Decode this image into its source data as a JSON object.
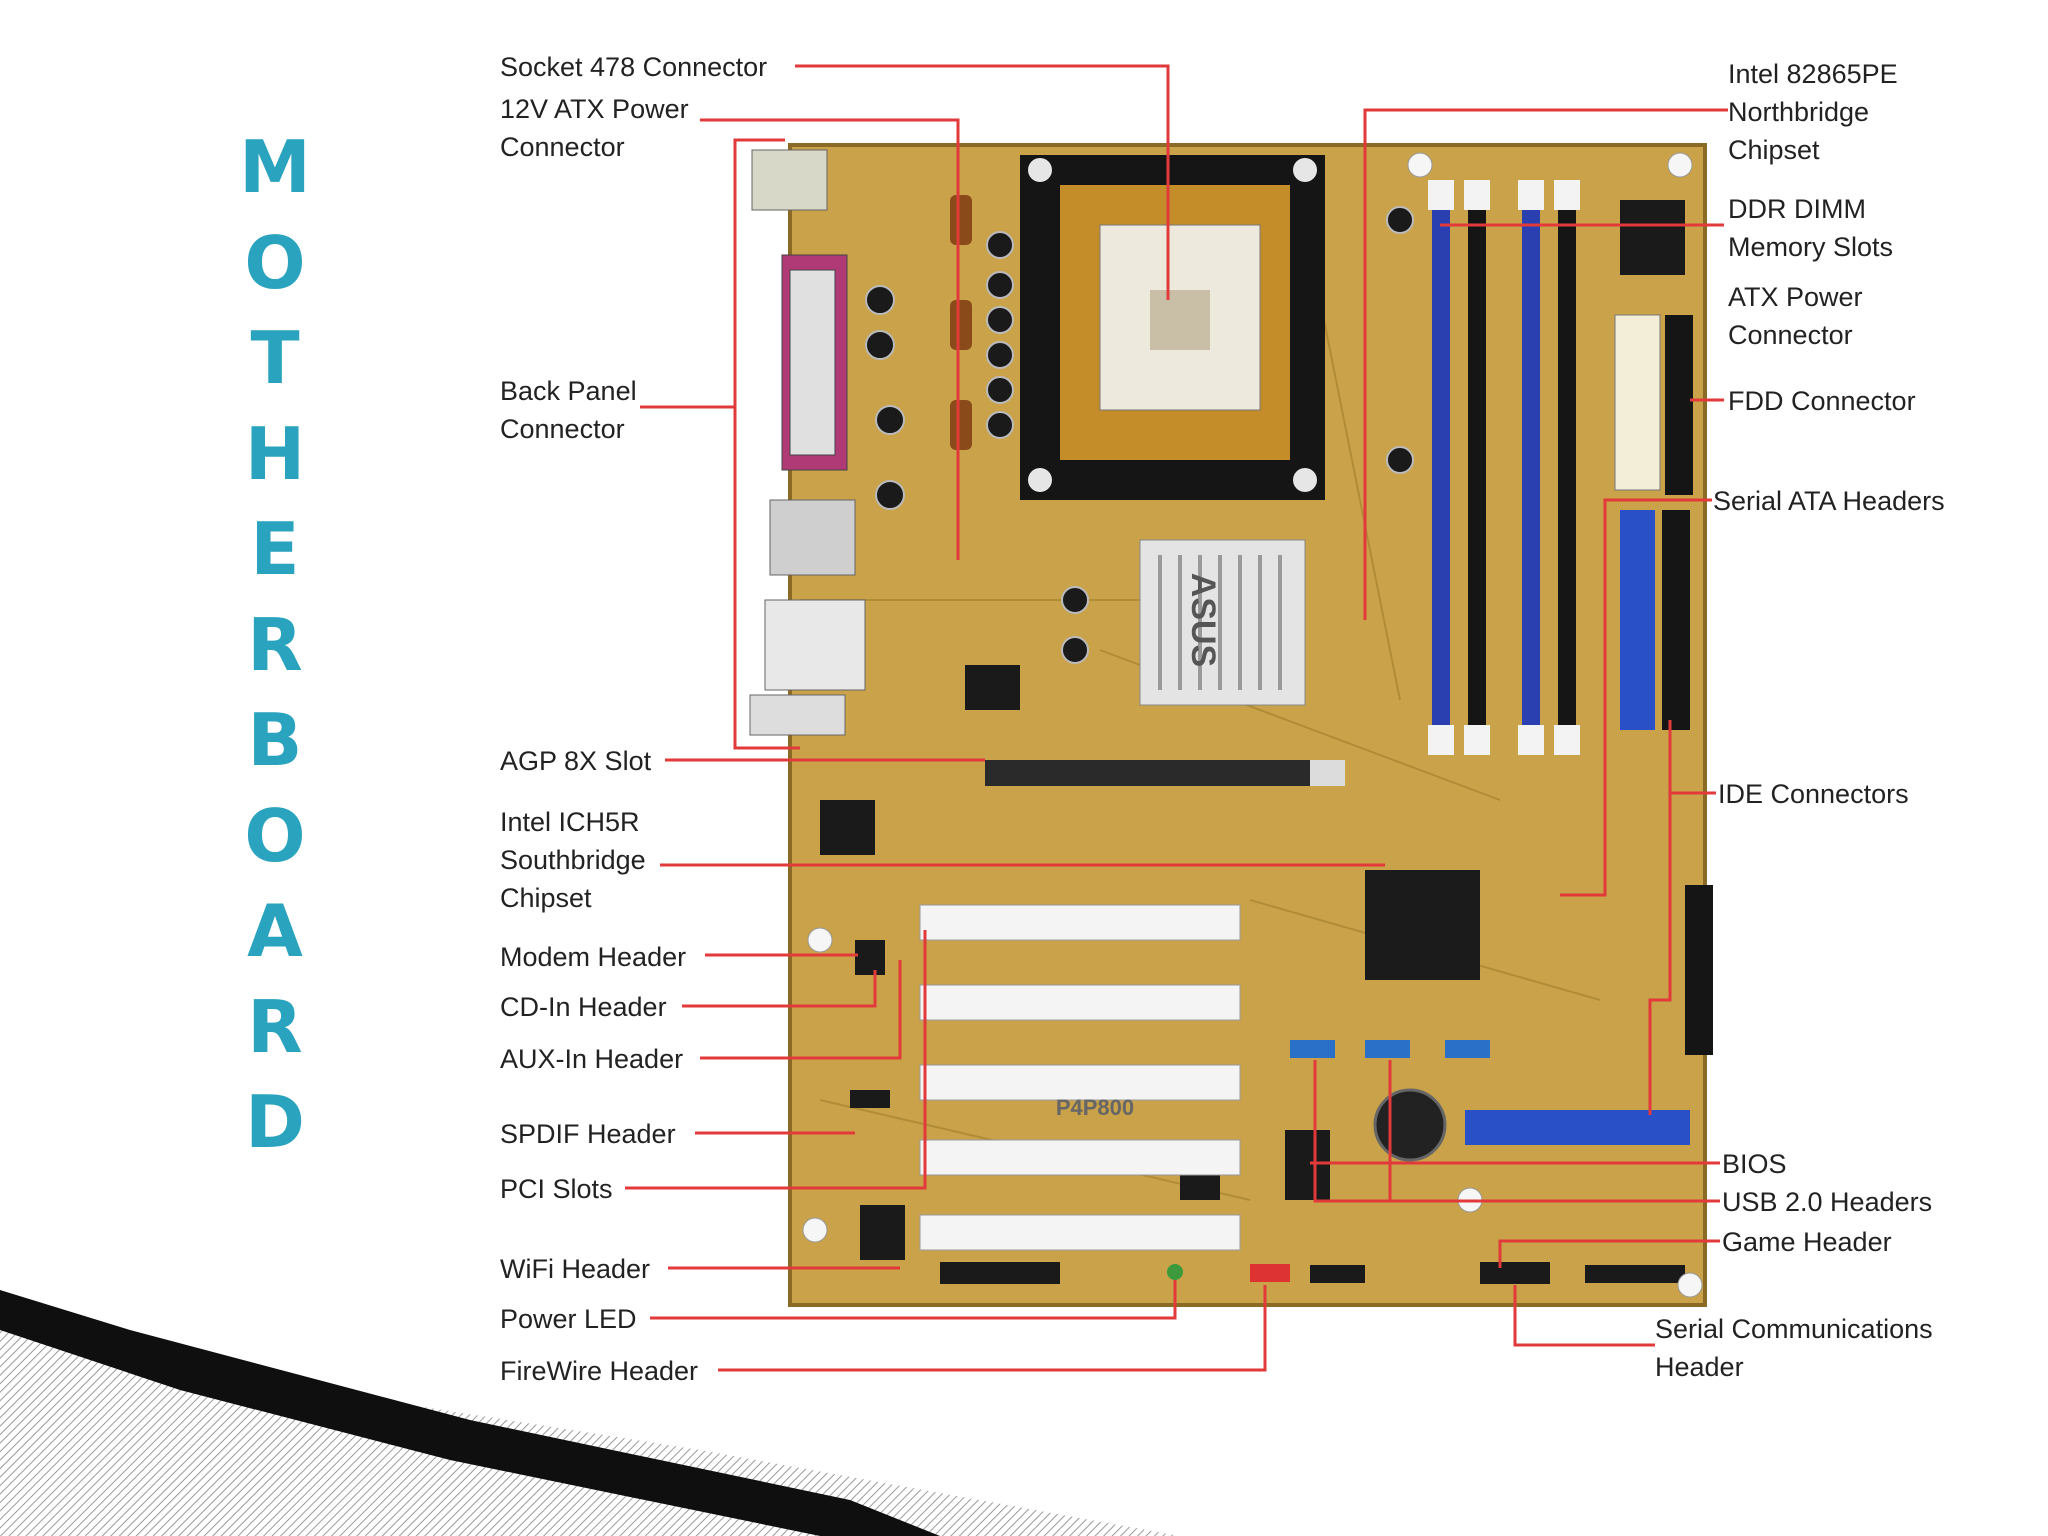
{
  "slide": {
    "title_letters": [
      "M",
      "O",
      "T",
      "H",
      "E",
      "R",
      "B",
      "O",
      "A",
      "R",
      "D"
    ]
  },
  "callouts": [
    {
      "key": "socket",
      "lines": [
        "Socket 478 Connector"
      ]
    },
    {
      "key": "atx12v",
      "lines": [
        "12V ATX Power",
        "Connector"
      ]
    },
    {
      "key": "backpanel",
      "lines": [
        "Back Panel",
        "Connector"
      ]
    },
    {
      "key": "agp",
      "lines": [
        "AGP 8X Slot"
      ]
    },
    {
      "key": "ich5r",
      "lines": [
        "Intel ICH5R",
        "Southbridge",
        "Chipset"
      ]
    },
    {
      "key": "modem",
      "lines": [
        "Modem Header"
      ]
    },
    {
      "key": "cdin",
      "lines": [
        "CD-In Header"
      ]
    },
    {
      "key": "auxin",
      "lines": [
        "AUX-In Header"
      ]
    },
    {
      "key": "spdif",
      "lines": [
        "SPDIF Header"
      ]
    },
    {
      "key": "pci",
      "lines": [
        "PCI Slots"
      ]
    },
    {
      "key": "wifi",
      "lines": [
        "WiFi Header"
      ]
    },
    {
      "key": "powerled",
      "lines": [
        "Power LED"
      ]
    },
    {
      "key": "firewire",
      "lines": [
        "FireWire Header"
      ]
    },
    {
      "key": "northbridge",
      "lines": [
        "Intel 82865PE",
        "Northbridge",
        "Chipset"
      ]
    },
    {
      "key": "ddr",
      "lines": [
        "DDR DIMM",
        "Memory Slots"
      ]
    },
    {
      "key": "atxpower",
      "lines": [
        "ATX Power",
        "Connector"
      ]
    },
    {
      "key": "fdd",
      "lines": [
        "FDD Connector"
      ]
    },
    {
      "key": "sata",
      "lines": [
        "Serial ATA Headers"
      ]
    },
    {
      "key": "ide",
      "lines": [
        "IDE Connectors"
      ]
    },
    {
      "key": "bios",
      "lines": [
        "BIOS"
      ]
    },
    {
      "key": "usb",
      "lines": [
        "USB 2.0 Headers"
      ]
    },
    {
      "key": "game",
      "lines": [
        "Game Header"
      ]
    },
    {
      "key": "serial",
      "lines": [
        "Serial Communications",
        "Header"
      ]
    }
  ],
  "board": {
    "brand_mark": "ASUS",
    "model_mark": "P4P800"
  },
  "colors": {
    "title": "#2aa3bf",
    "leader": "#e23a3a",
    "board": "#c9a24a",
    "dimm_blue": "#2a3fb0",
    "text": "#222222"
  }
}
